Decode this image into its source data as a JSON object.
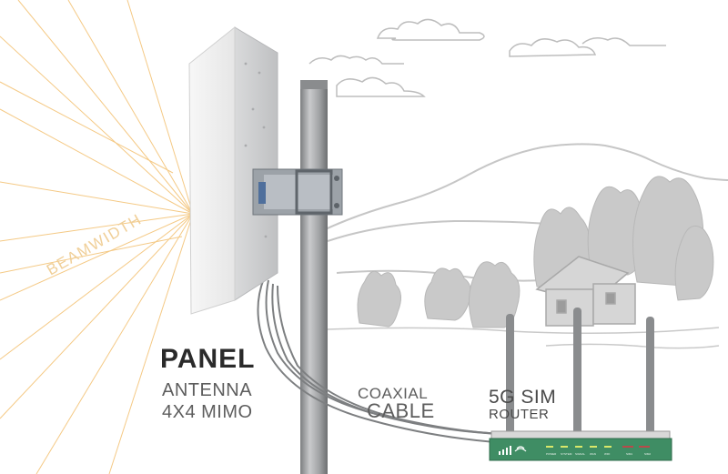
{
  "labels": {
    "beamwidth": "BEAMWIDTH",
    "panel_title": "PANEL",
    "panel_sub_1": "ANTENNA",
    "panel_sub_2": "4X4 MIMO",
    "coax_1": "COAXIAL",
    "coax_2": "CABLE",
    "router_1": "5G SIM",
    "router_2": "ROUTER"
  },
  "router": {
    "status_lights": [
      "POWER",
      "SYSTEM",
      "SIGNAL",
      "WAN",
      "WIFI",
      "SIM1",
      "SIM2"
    ]
  },
  "colors": {
    "beam_lines": "#f3c070",
    "sketch": "#c8c8c8",
    "router_body": "#3f8d64",
    "pole": "#9ea0a2",
    "panel": "#efefef"
  }
}
